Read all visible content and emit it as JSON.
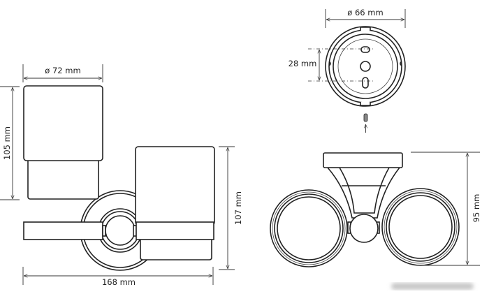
{
  "dimensions": {
    "diameter_cup": "ø 72 mm",
    "height_cup": "105 mm",
    "total_width": "168 mm",
    "total_height_side": "107 mm",
    "diameter_base": "ø 66 mm",
    "hole_spacing": "28 mm",
    "height_front": "95 mm"
  },
  "colors": {
    "line": "#222222",
    "background": "#ffffff"
  }
}
